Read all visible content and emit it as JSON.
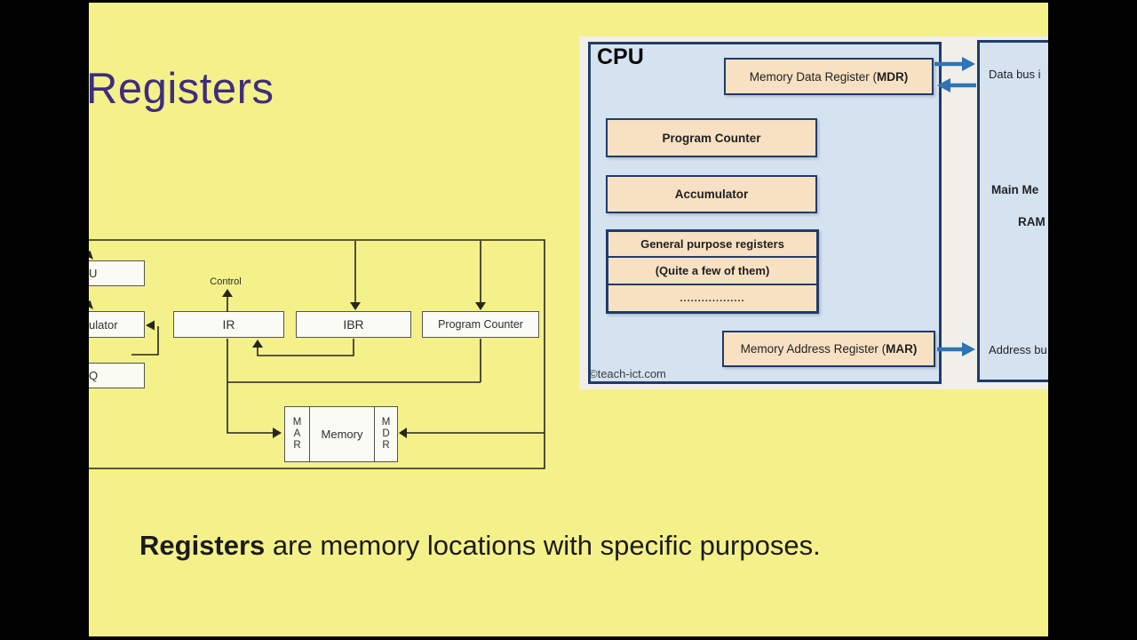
{
  "slide": {
    "title": "Registers",
    "caption_bold": "Registers",
    "caption_rest": " are memory locations with specific purposes."
  },
  "ias_diagram": {
    "alu_label": "U",
    "accumulator_label": "ulator",
    "mq_label": "Q",
    "ir_label": "IR",
    "ibr_label": "IBR",
    "pc_label": "Program Counter",
    "control_label": "Control",
    "memory_label": "Memory",
    "mar_letters": [
      "M",
      "A",
      "R"
    ],
    "mdr_letters": [
      "M",
      "D",
      "R"
    ]
  },
  "cpu_diagram": {
    "cpu_label": "CPU",
    "mdr_prefix": "Memory Data Register (",
    "mdr_bold": "MDR)",
    "pc_label": "Program Counter",
    "accumulator_label": "Accumulator",
    "gp_row1": "General purpose registers",
    "gp_row2": "(Quite a few of them)",
    "gp_row3": "..................",
    "mar_prefix": "Memory Address Register (",
    "mar_bold": "MAR)",
    "copyright": "©teach-ict.com",
    "memory_panel": {
      "data_bus": "Data bus i",
      "main_memory": "Main Me",
      "ram": "RAM",
      "address_bus": "Address bu"
    },
    "colors": {
      "slide_background": "#f4f18a",
      "title_purple": "#3f2d7c",
      "panel_border_navy": "#1f3c69",
      "cpu_fill_blue": "#d5e3f1",
      "register_fill_peach": "#f8e1c3",
      "bus_arrow_blue": "#2e74b6"
    }
  }
}
